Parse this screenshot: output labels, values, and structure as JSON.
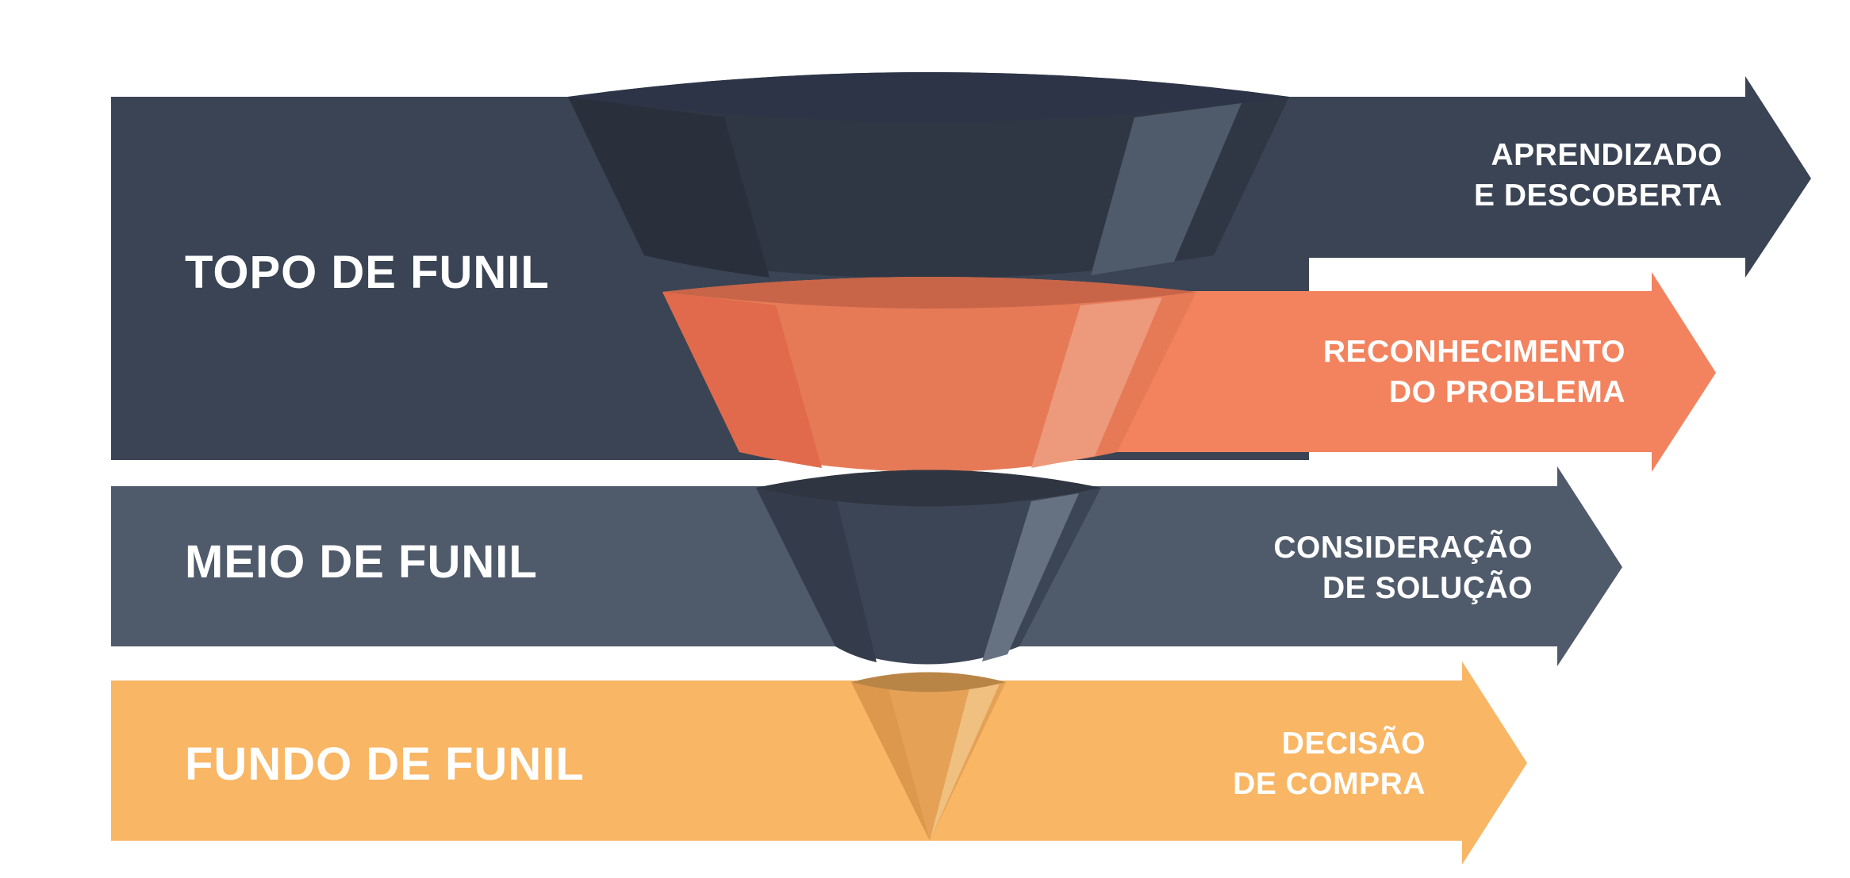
{
  "colors": {
    "dark": "#3a4454",
    "dark_shade": "#2a2f3c",
    "mid": "#4f5a6b",
    "coral": "#f3835e",
    "coral_shade": "#e06a4b",
    "orange": "#f9b664",
    "orange_shade": "#e49a4c",
    "text": "#ffffff"
  },
  "stages": [
    {
      "label": "TOPO DE FUNIL"
    },
    {
      "label": "MEIO DE FUNIL"
    },
    {
      "label": "FUNDO DE FUNIL"
    }
  ],
  "steps": [
    {
      "line1": "APRENDIZADO",
      "line2": "E DESCOBERTA"
    },
    {
      "line1": "RECONHECIMENTO",
      "line2": "DO PROBLEMA"
    },
    {
      "line1": "CONSIDERAÇÃO",
      "line2": "DE SOLUÇÃO"
    },
    {
      "line1": "DECISÃO",
      "line2": "DE COMPRA"
    }
  ]
}
